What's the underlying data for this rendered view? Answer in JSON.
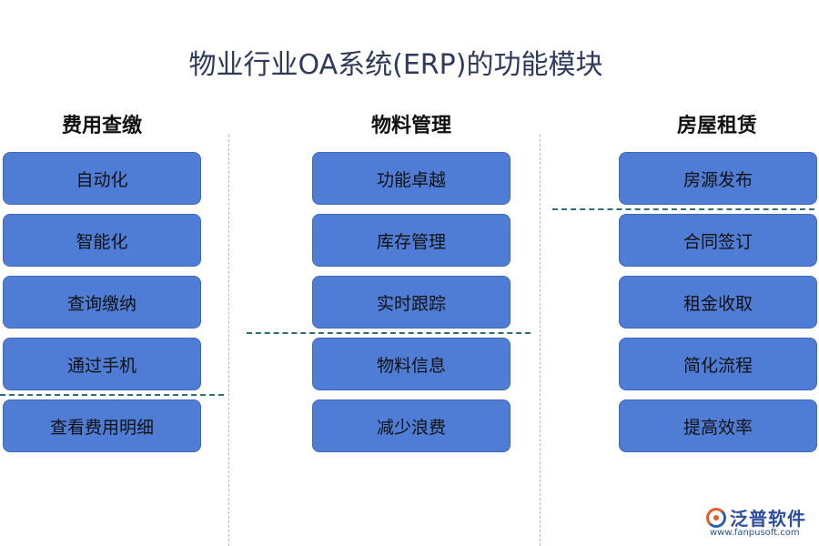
{
  "title": "物业行业OA系统(ERP)的功能模块",
  "columns": [
    {
      "header": "费用查缴",
      "items": [
        "自动化",
        "智能化",
        "查询缴纳",
        "通过手机",
        "查看费用明细"
      ]
    },
    {
      "header": "物料管理",
      "items": [
        "功能卓越",
        "库存管理",
        "实时跟踪",
        "物料信息",
        "减少浪费"
      ]
    },
    {
      "header": "房屋租赁",
      "items": [
        "房源发布",
        "合同签订",
        "租金收取",
        "简化流程",
        "提高效率"
      ]
    }
  ],
  "logo": {
    "name": "泛普软件",
    "url": "www.fanpusoft.com"
  },
  "colors": {
    "box_fill": "#4f7dd6",
    "title_text": "#2e3a5c",
    "divider_dash": "#2f6f7a"
  }
}
